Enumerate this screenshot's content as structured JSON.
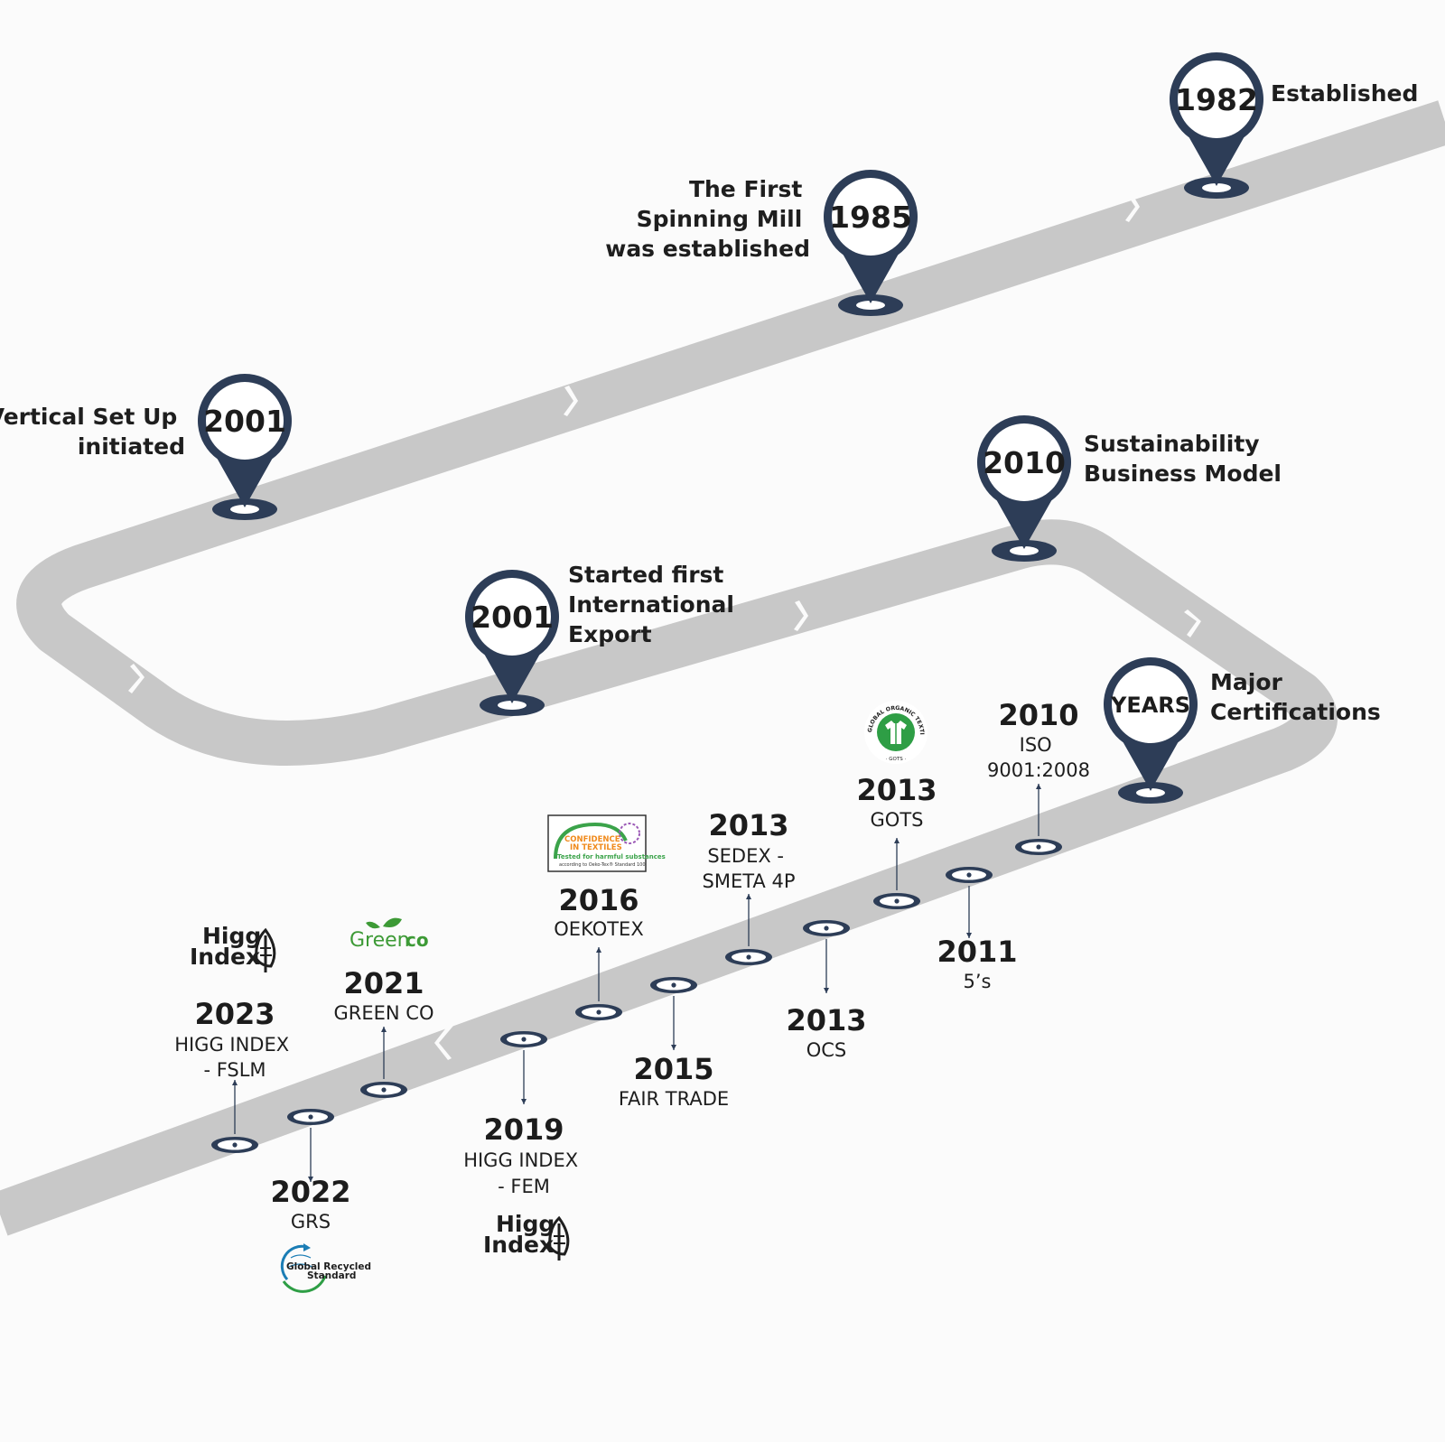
{
  "milestones": [
    {
      "year": "1982",
      "lines": [
        "Established"
      ]
    },
    {
      "year": "1985",
      "lines": [
        "The First",
        "Spinning Mill",
        "was established"
      ]
    },
    {
      "year": "2001",
      "lines": [
        "Vertical Set Up",
        "initiated"
      ]
    },
    {
      "year": "2010",
      "lines": [
        "Sustainability",
        "Business Model"
      ]
    },
    {
      "year": "2001",
      "lines": [
        "Started first",
        "International",
        "Export"
      ]
    },
    {
      "year": "YEARS",
      "lines": [
        "Major",
        "Certifications"
      ]
    }
  ],
  "certifications": [
    {
      "year": "2023",
      "lines": [
        "HIGG INDEX",
        "- FSLM"
      ]
    },
    {
      "year": "2022",
      "lines": [
        "GRS"
      ]
    },
    {
      "year": "2021",
      "lines": [
        "GREEN CO"
      ]
    },
    {
      "year": "2019",
      "lines": [
        "HIGG INDEX",
        "- FEM"
      ]
    },
    {
      "year": "2016",
      "lines": [
        "OEKOTEX"
      ]
    },
    {
      "year": "2015",
      "lines": [
        "FAIR TRADE"
      ]
    },
    {
      "year": "2013",
      "lines": [
        "SEDEX -",
        "SMETA 4P"
      ]
    },
    {
      "year": "2013",
      "lines": [
        "OCS"
      ]
    },
    {
      "year": "2013",
      "lines": [
        "GOTS"
      ]
    },
    {
      "year": "2011",
      "lines": [
        "5’s"
      ]
    },
    {
      "year": "2010",
      "lines": [
        "ISO",
        "9001:2008"
      ]
    }
  ],
  "logos": {
    "higg_top": "Higg",
    "higg_bottom": "Index",
    "greenco_green": "Green",
    "greenco_co": "co",
    "oeko_line1": "CONFIDENCE",
    "oeko_line2": "IN TEXTILES",
    "oeko_line3": "Tested for harmful substances",
    "oeko_line4": "according to Oeko-Tex® Standard 100",
    "gots_ring": "GLOBAL ORGANIC TEXTILE STANDARD",
    "gots_bottom": "· GOTS ·",
    "grs_line1": "Global Recycled",
    "grs_line2": "Standard"
  },
  "colors": {
    "background": "#fbfbfb",
    "road": "#c8c8c8",
    "pin": "#2d3d57",
    "greenco": "#3d9a36",
    "gots": "#2e9e45",
    "oeko_orange": "#f08a1c",
    "grs_blue": "#1b7db5"
  }
}
